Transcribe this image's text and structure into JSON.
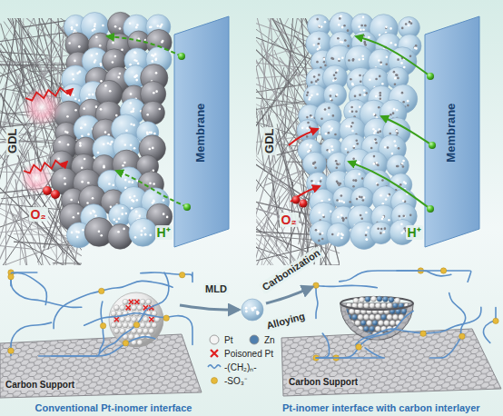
{
  "diagram": {
    "nodes": [
      {
        "text": [
          "GDL"
        ]
      },
      {
        "text": [
          "Membrane"
        ]
      },
      {
        "text": [
          "GDL"
        ]
      },
      {
        "text": [
          "Membrane"
        ]
      }
    ],
    "labels": [
      "O₂",
      "H⁺",
      "O₂",
      "H⁺",
      "MLD",
      "Carbonization",
      "Alloying",
      "Carbon Support",
      "Carbon Support",
      "Conventional Pt-inomer interface",
      "Pt-inomer interface with carbon interlayer"
    ],
    "legend": [
      {
        "text": "Pt",
        "color": "#f4f4f4"
      },
      {
        "text": "Zn",
        "color": "#4f7fae"
      },
      {
        "text": "Poisoned Pt"
      },
      {
        "text": "-(CH₂)ₙ-"
      },
      {
        "text": "-SO₃⁻",
        "color": "#e6b93a"
      }
    ]
  }
}
